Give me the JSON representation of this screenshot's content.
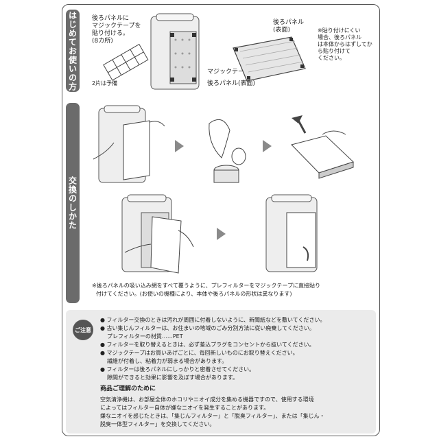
{
  "section_first": {
    "tab_label": "はじめてお使いの方",
    "instruction_lines": [
      "後ろパネルに",
      "マジックテープを",
      "貼り付ける。",
      "(8カ所)"
    ],
    "spare_note": "2片は予備",
    "label_tape": "マジックテープ",
    "label_back_panel_front": "後ろパネル(表面)",
    "label_back_panel": "後ろパネル",
    "label_surface": "(表面)",
    "note_lines": [
      "※貼り付けにくい",
      "場合、後ろパネル",
      "は本体からはずしてか",
      "ら貼り付けて",
      "ください。"
    ]
  },
  "section_replace": {
    "tab_label": "交換のしかた",
    "note_lines": [
      "※後ろパネルの吸い込み網をすべて覆うように、プレフィルターをマジックテープに直接貼り",
      "付けてください。(お使いの機種により、本体や後ろパネルの形状は異なります)"
    ]
  },
  "caution": {
    "badge": "ご注意",
    "bullets": [
      [
        "フィルター交換のときは汚れが周囲に付着しないように、新聞紙などを敷いてください。"
      ],
      [
        "古い集じんフィルターは、お住まいの地域のごみ分別方法に従い廃棄してください。",
        "プレフィルターの材質……PET"
      ],
      [
        "フィルターを取り替えるときは、必ず差込プラグをコンセントから抜いてください。"
      ],
      [
        "マジックテープはお買いあげごとに、毎回新しいものにお取り替えください。",
        "繊維が付着し、粘着力が弱まる場合があります。"
      ],
      [
        "フィルターは後ろパネルにしっかりと密着させてください。",
        "隙間ができると効果に影響を及ぼす場合があります。"
      ]
    ],
    "understanding_title": "商品ご理解のために",
    "understanding_lines": [
      "空気清浄機は、お部屋全体のホコリやニオイ成分を集める機器ですので、使用する環境",
      "によってはフィルター自体が嫌なニオイを発生することがあります。",
      "嫌なニオイを感じたときは、「集じんフィルター」と「脱臭フィルター」、または「集じん・",
      "脱臭一体型フィルター」を交換してください。"
    ]
  }
}
